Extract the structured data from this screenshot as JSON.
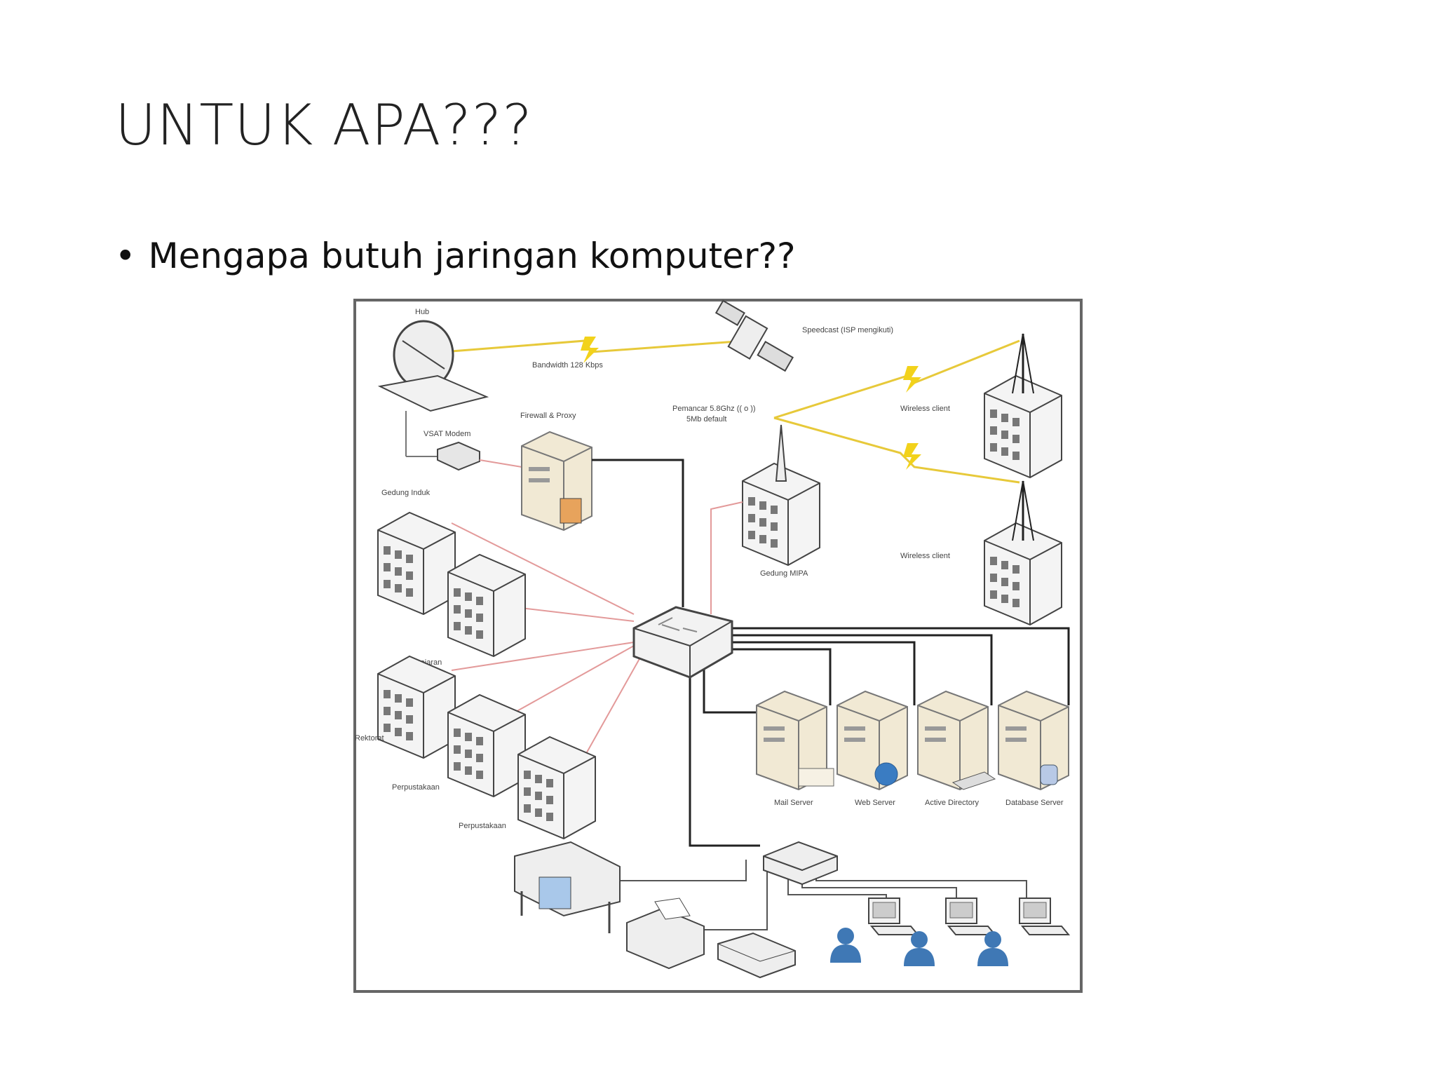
{
  "slide": {
    "title": "UNTUK APA???",
    "bullet": "Mengapa butuh jaringan komputer??"
  },
  "diagram": {
    "labels": {
      "satellite_link": "Bandwidth 128 Kbps",
      "speedcast": "Speedcast (ISP mengikuti)",
      "vsat_modem": "VSAT Modem",
      "firewall_proxy": "Firewall & Proxy",
      "radio": "Pemancar 5.8Ghz (( o ))\n5Mb default",
      "wireless_client_1": "Wireless client",
      "wireless_client_2": "Wireless client",
      "gedung": "Gedung Induk",
      "gedung_mipa": "Gedung MIPA",
      "pengajaran": "Pengajaran",
      "rektorat": "Rektorat",
      "perpustakaan_label": "Perpustakaan",
      "perpustakaan2": "Perpustakaan",
      "mail_server": "Mail Server",
      "web_server": "Web Server",
      "active_directory": "Active Directory",
      "database_server": "Database Server"
    },
    "colors": {
      "lightning": "#f2d21b",
      "red_line": "#e39a9a",
      "black_line": "#222222",
      "building": "#f3f3f3",
      "server": "#efe6d2",
      "user": "#3f78b5"
    }
  }
}
